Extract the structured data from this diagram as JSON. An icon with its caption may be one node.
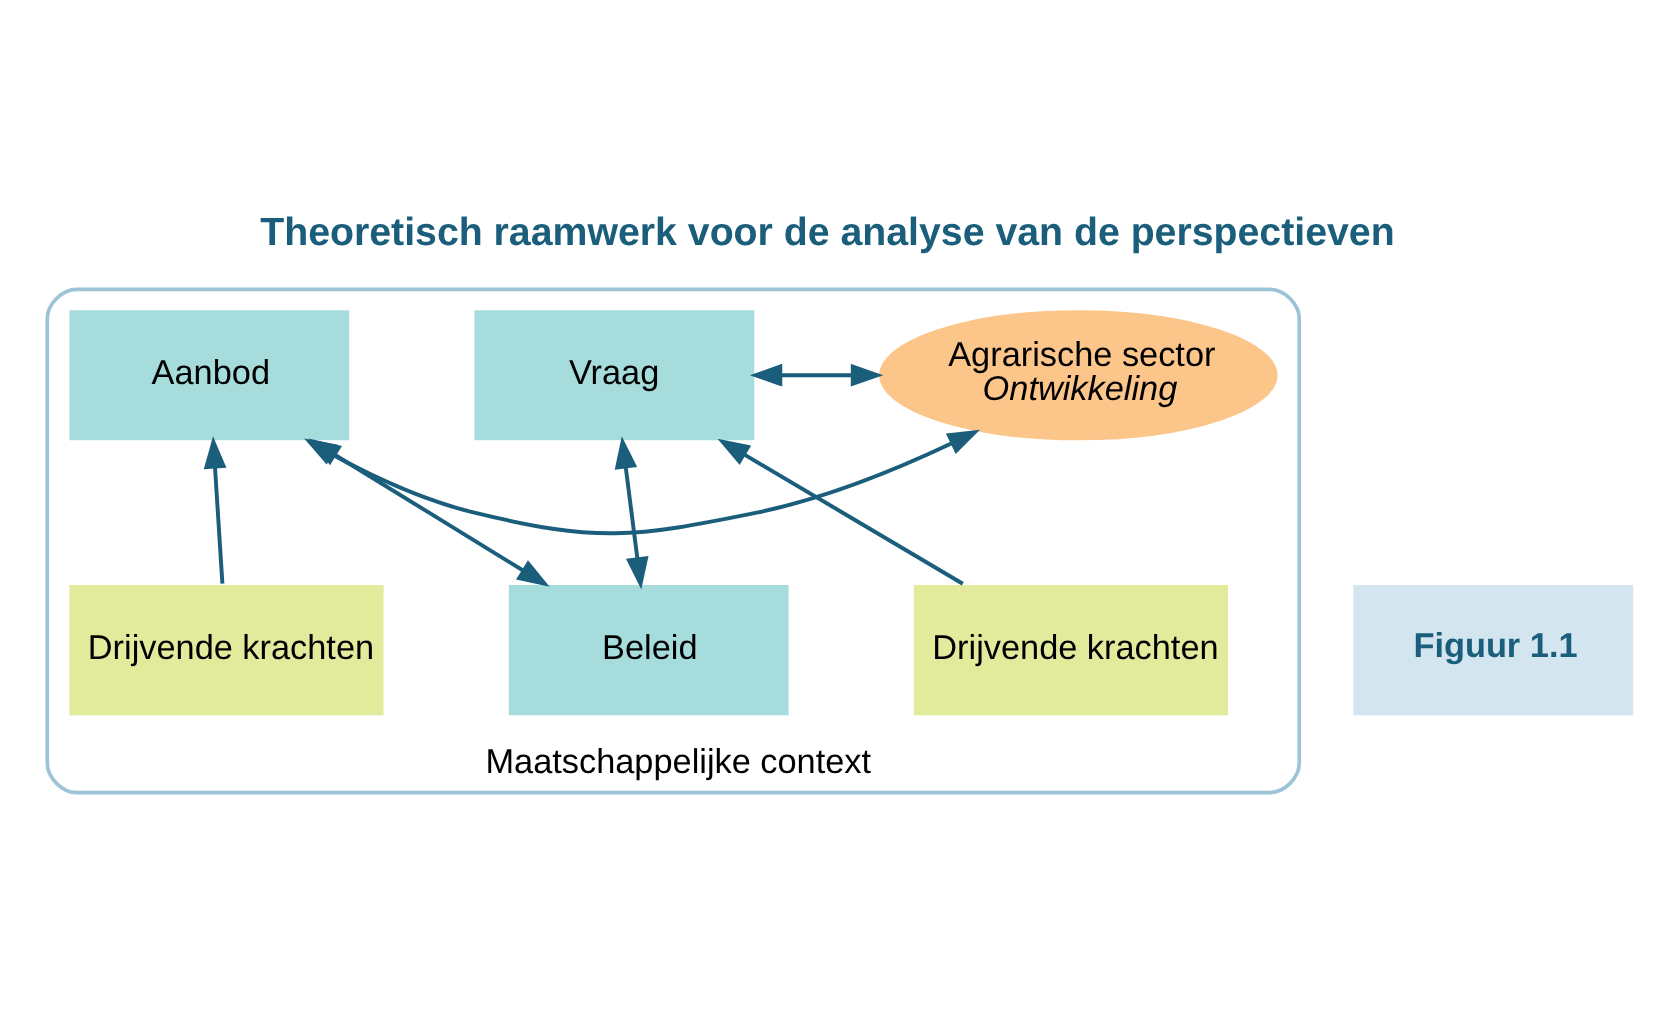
{
  "diagram": {
    "title": "Theoretisch raamwerk voor de analyse van de perspectieven",
    "nodes": [
      {
        "text": [
          "Maatschappelijke context"
        ]
      },
      {
        "text": [
          "Vraag"
        ],
        "in": 0
      },
      {
        "text": [
          "Agrarische sector",
          "Ontwikkeling"
        ],
        "in": 0
      },
      {
        "text": [
          "Aanbod"
        ],
        "in": 0
      },
      {
        "text": [
          "Drijvende krachten"
        ],
        "in": 0
      },
      {
        "text": [
          "Beleid"
        ],
        "in": 0
      },
      {
        "text": [
          "Drijvende krachten"
        ],
        "in": 0
      }
    ],
    "edges": [
      {
        "from": 1,
        "to": 2,
        "arrow": "both"
      },
      {
        "from": 2,
        "to": 3,
        "arrow": "both"
      },
      {
        "from": 1,
        "to": 5,
        "arrow": "both"
      },
      {
        "from": 5,
        "to": 3,
        "arrow": "both"
      },
      {
        "from": 4,
        "to": 1,
        "arrow": "to"
      },
      {
        "from": 6,
        "to": 3,
        "arrow": "to"
      }
    ],
    "labels": [
      "Figuur 1.1"
    ]
  }
}
